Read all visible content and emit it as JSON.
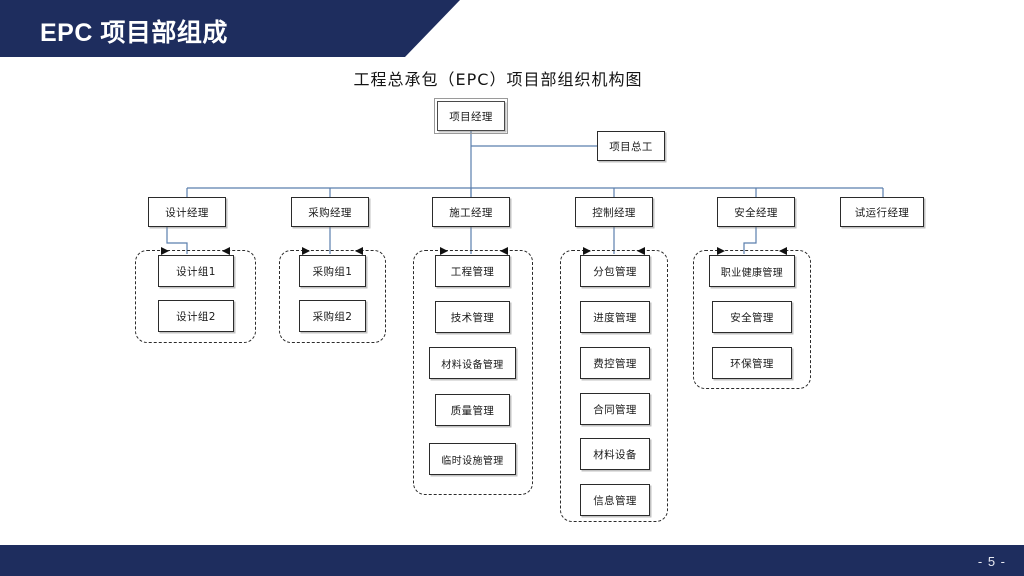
{
  "slide": {
    "title": "EPC 项目部组成",
    "page_number": "- 5 -",
    "accent_color": "#1e2d5e",
    "background_color": "#ffffff"
  },
  "chart_data": {
    "type": "diagram",
    "title": "工程总承包（EPC）项目部组织机构图",
    "root": {
      "label": "项目经理"
    },
    "staff": {
      "label": "项目总工"
    },
    "managers": [
      {
        "label": "设计经理",
        "subordinates": [
          {
            "label": "设计组1"
          },
          {
            "label": "设计组2"
          }
        ]
      },
      {
        "label": "采购经理",
        "subordinates": [
          {
            "label": "采购组1"
          },
          {
            "label": "采购组2"
          }
        ]
      },
      {
        "label": "施工经理",
        "subordinates": [
          {
            "label": "工程管理"
          },
          {
            "label": "技术管理"
          },
          {
            "label": "材料设备管理"
          },
          {
            "label": "质量管理"
          },
          {
            "label": "临时设施管理"
          }
        ]
      },
      {
        "label": "控制经理",
        "subordinates": [
          {
            "label": "分包管理"
          },
          {
            "label": "进度管理"
          },
          {
            "label": "费控管理"
          },
          {
            "label": "合同管理"
          },
          {
            "label": "材料设备"
          },
          {
            "label": "信息管理"
          }
        ]
      },
      {
        "label": "安全经理",
        "subordinates": [
          {
            "label": "职业健康管理"
          },
          {
            "label": "安全管理"
          },
          {
            "label": "环保管理"
          }
        ]
      },
      {
        "label": "试运行经理",
        "subordinates": []
      }
    ],
    "connector_color": "#5b7fad",
    "node_border_color": "#2b2b2b",
    "group_border_style": "dashed"
  }
}
